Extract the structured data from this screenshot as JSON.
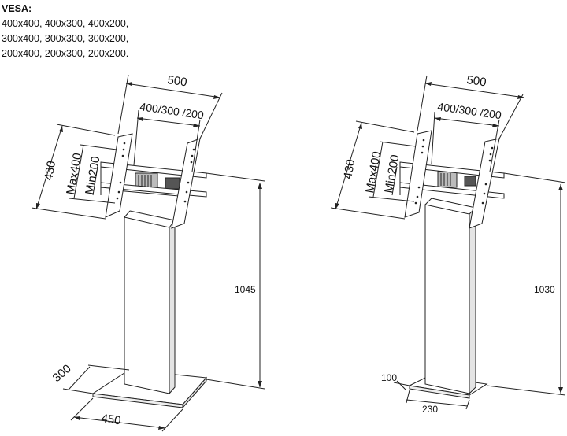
{
  "vesa": {
    "heading": "VESA:",
    "lines": [
      "400x400, 400x300, 400x200,",
      "300x400, 300x300, 300x200,",
      "200x400, 200x300, 200x200."
    ]
  },
  "left_stand": {
    "width_total": "500",
    "hole_spacing_h": "400/300 /200",
    "height_total": "430",
    "hole_max": "Max400",
    "hole_min": "Min200",
    "height": "1045",
    "base_depth": "300",
    "base_width": "450"
  },
  "right_stand": {
    "width_total": "500",
    "hole_spacing_h": "400/300 /200",
    "height_total": "430",
    "hole_max": "Max400",
    "hole_min": "Min200",
    "height": "1030",
    "base_depth": "100",
    "base_width": "230"
  },
  "colors": {
    "line": "#222222",
    "fill": "#ffffff",
    "shade": "#d8d8d8",
    "dark": "#444444"
  }
}
